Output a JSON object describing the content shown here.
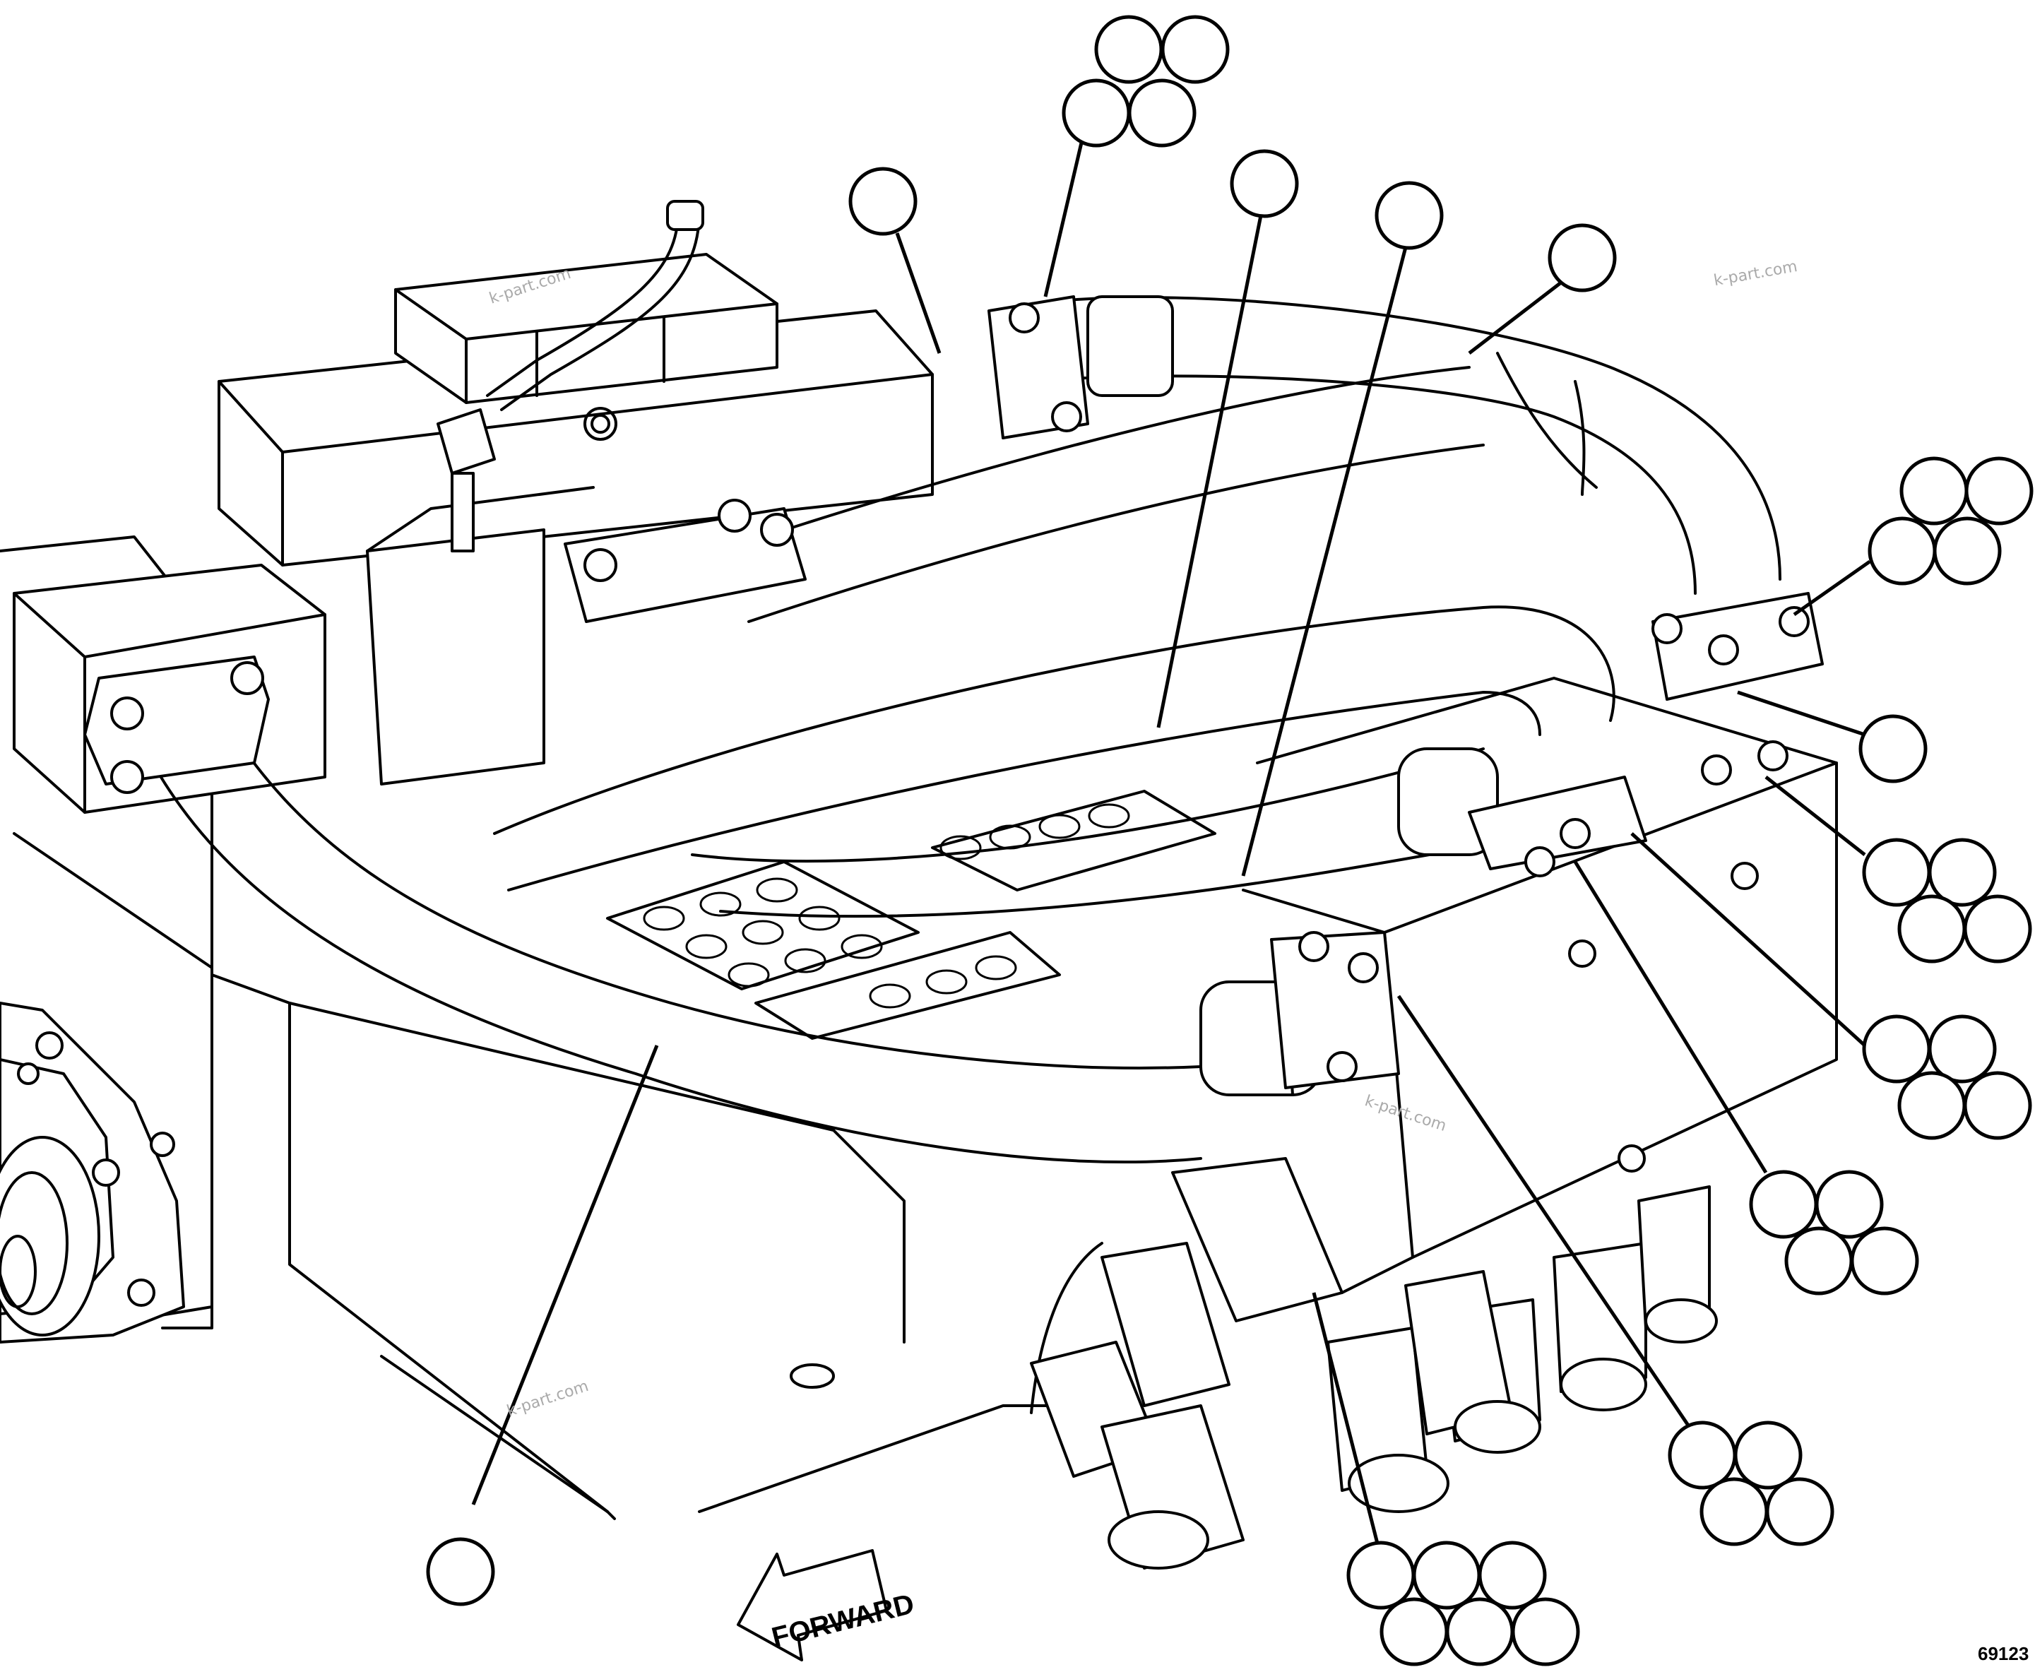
{
  "diagram": {
    "forward_label": "FORWARD",
    "figure_number": "69123",
    "watermark": "k-part.com",
    "colors": {
      "ink": "#000000",
      "paper": "#ffffff",
      "watermark": "#aaaaaa"
    }
  }
}
